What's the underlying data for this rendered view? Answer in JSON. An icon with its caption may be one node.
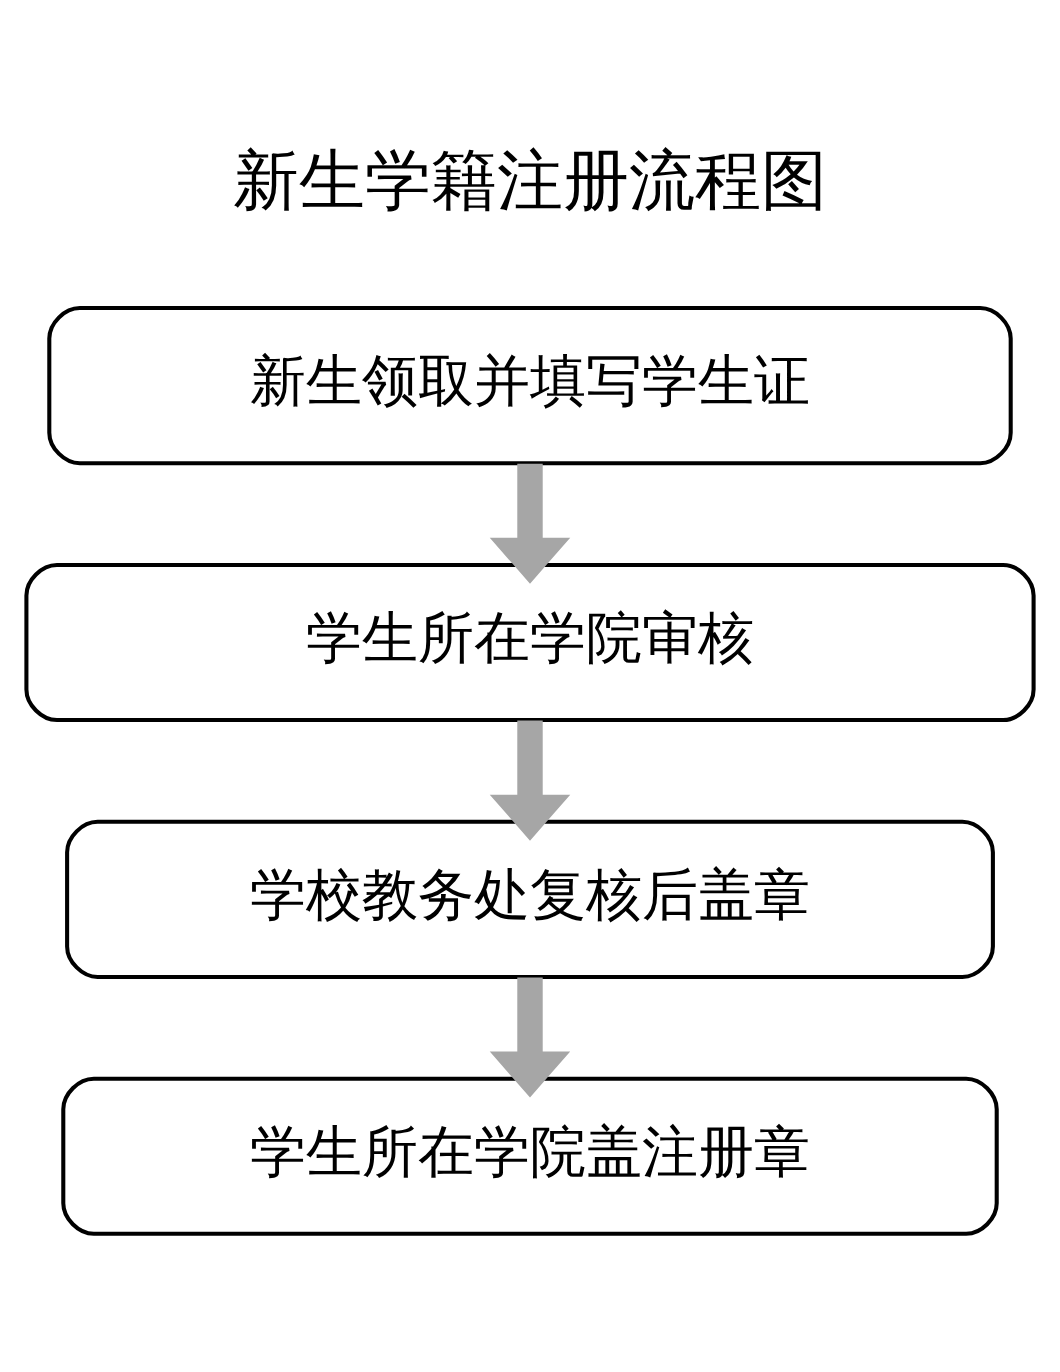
{
  "diagram": {
    "title": "新生学籍注册流程图",
    "nodes": [
      {
        "text": [
          "新生领取并填写学生证"
        ]
      },
      {
        "text": [
          "学生所在学院审核"
        ]
      },
      {
        "text": [
          "学校教务处复核后盖章"
        ]
      },
      {
        "text": [
          "学生所在学院盖注册章"
        ]
      }
    ],
    "edges": [
      {
        "from": 0,
        "to": 1,
        "arrow": "to"
      },
      {
        "from": 1,
        "to": 2,
        "arrow": "to"
      },
      {
        "from": 2,
        "to": 3,
        "arrow": "to"
      }
    ]
  }
}
